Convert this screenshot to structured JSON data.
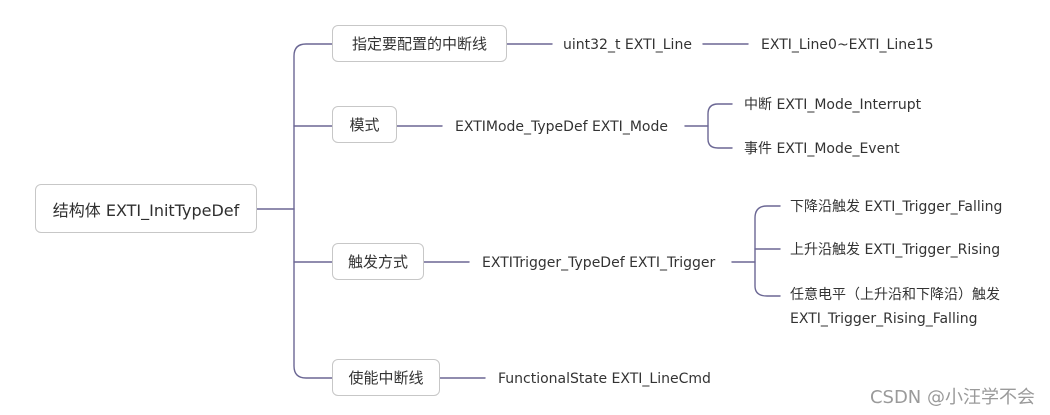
{
  "mindmap": {
    "root": "结构体 EXTI_InitTypeDef",
    "branches": [
      {
        "label": "指定要配置的中断线",
        "type_text": "uint32_t EXTI_Line",
        "values": [
          "EXTI_Line0~EXTI_Line15"
        ]
      },
      {
        "label": "模式",
        "type_text": "EXTIMode_TypeDef EXTI_Mode",
        "values": [
          "中断 EXTI_Mode_Interrupt",
          "事件 EXTI_Mode_Event"
        ]
      },
      {
        "label": "触发方式",
        "type_text": "EXTITrigger_TypeDef EXTI_Trigger",
        "values": [
          "下降沿触发 EXTI_Trigger_Falling",
          "上升沿触发 EXTI_Trigger_Rising",
          "任意电平（上升沿和下降沿）触发",
          "EXTI_Trigger_Rising_Falling"
        ]
      },
      {
        "label": "使能中断线",
        "type_text": "FunctionalState EXTI_LineCmd",
        "values": []
      }
    ]
  },
  "watermark": "CSDN @小汪学不会",
  "colors": {
    "connector": "#6b6794",
    "border": "#c7c7c7",
    "text": "#333333",
    "watermark": "#9a9a9a"
  }
}
